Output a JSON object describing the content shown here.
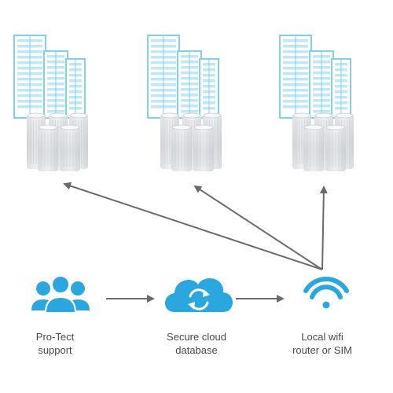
{
  "colors": {
    "building_stroke": "#7fd1ec",
    "building_fill": "#ffffff",
    "building_window": "#bfe8f6",
    "device_light": "#e9eaec",
    "device_dark": "#b9bcc1",
    "arrow": "#6b6b6b",
    "icon_blue": "#2aa7df",
    "label_text": "#4a4a4a"
  },
  "icons": {
    "support": "people-group-icon",
    "cloud": "cloud-sync-icon",
    "router": "wifi-icon",
    "site": "office-building-icon",
    "device": "server-unit-icon"
  },
  "nodes": {
    "support": {
      "line1": "Pro-Tect",
      "line2": "support"
    },
    "cloud": {
      "line1": "Secure cloud",
      "line2": "database"
    },
    "router": {
      "line1": "Local wifi",
      "line2": "router or SIM"
    }
  }
}
